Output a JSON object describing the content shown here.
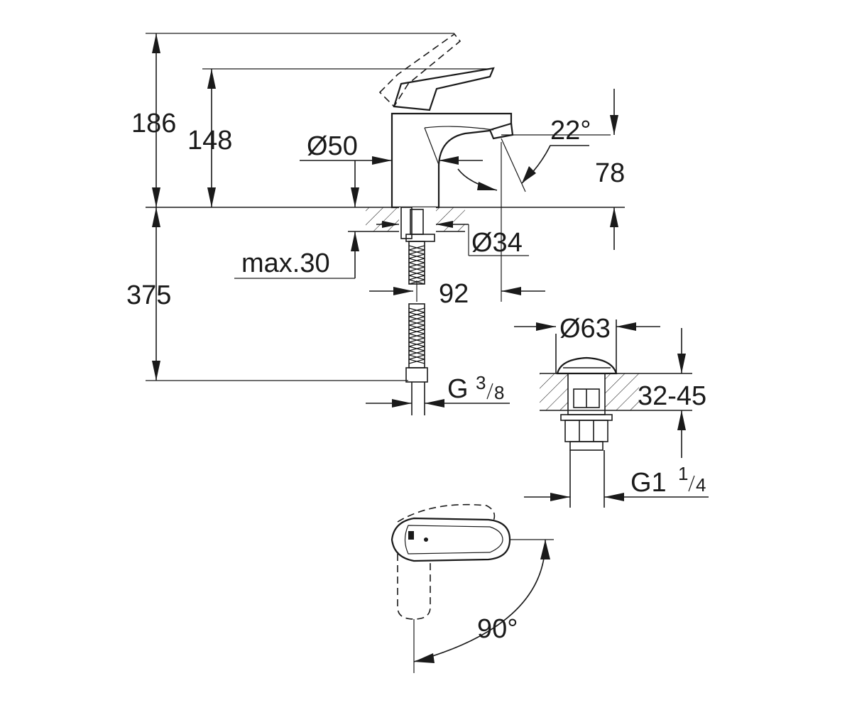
{
  "dimensions": {
    "height_total": "186",
    "height_spout": "148",
    "body_diameter": "Ø50",
    "spout_angle": "22°",
    "spout_height": "78",
    "hole_diameter": "Ø34",
    "max_thickness": "max.30",
    "shank_length": "375",
    "reach": "92",
    "hose_thread_main": "G",
    "hose_thread_num": "3",
    "hose_thread_den": "8",
    "waste_diameter": "Ø63",
    "waste_range": "32-45",
    "waste_thread_main": "G1",
    "waste_thread_num": "1",
    "waste_thread_den": "4",
    "lever_rotation": "90°"
  }
}
